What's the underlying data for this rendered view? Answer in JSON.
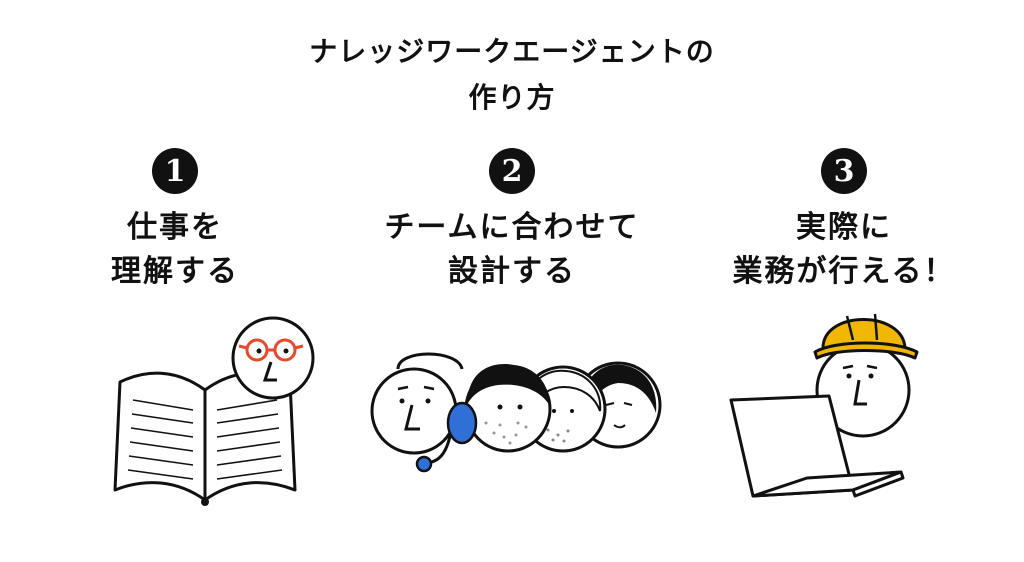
{
  "title": {
    "line1": "ナレッジワークエージェントの",
    "line2": "作り方"
  },
  "steps": [
    {
      "number": "1",
      "line1": "仕事を",
      "line2": "理解する"
    },
    {
      "number": "2",
      "line1": "チームに合わせて",
      "line2": "設計する"
    },
    {
      "number": "3",
      "line1": "実際に",
      "line2": "業務が行える！"
    }
  ],
  "colors": {
    "accent_red": "#e8482c",
    "accent_blue": "#2f6fd6",
    "helmet_yellow": "#f2b705",
    "ink": "#111111"
  },
  "icons": {
    "step1": "open-book-with-glasses-face",
    "step2": "headset-agent-with-team-faces",
    "step3": "hardhat-face-with-laptop"
  }
}
